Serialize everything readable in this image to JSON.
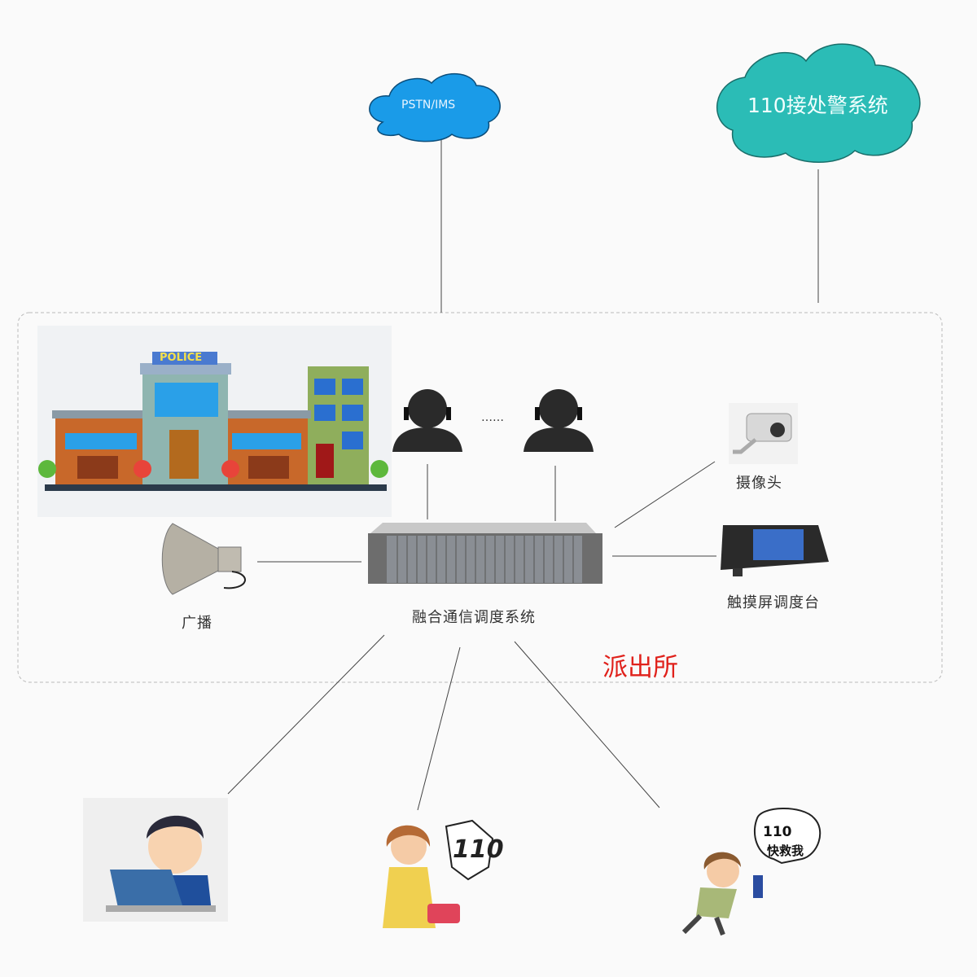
{
  "clouds": {
    "pstn": "PSTN/IMS",
    "alarm_system": "110接处警系统"
  },
  "police_station": {
    "sign": "POLICE"
  },
  "operators": {
    "ellipsis": "……"
  },
  "devices": {
    "camera": "摄像头",
    "touch_console": "触摸屏调度台",
    "broadcast": "广播",
    "dispatch_system": "融合通信调度系统"
  },
  "zone_label": "派出所",
  "callers": {
    "phone_bubble": "110",
    "radio_bubble_line1": "110",
    "radio_bubble_line2": "快救我"
  },
  "colors": {
    "pstn_cloud": "#1a9be8",
    "alarm_cloud": "#2bbcb6",
    "zone_label": "#e0211b"
  }
}
